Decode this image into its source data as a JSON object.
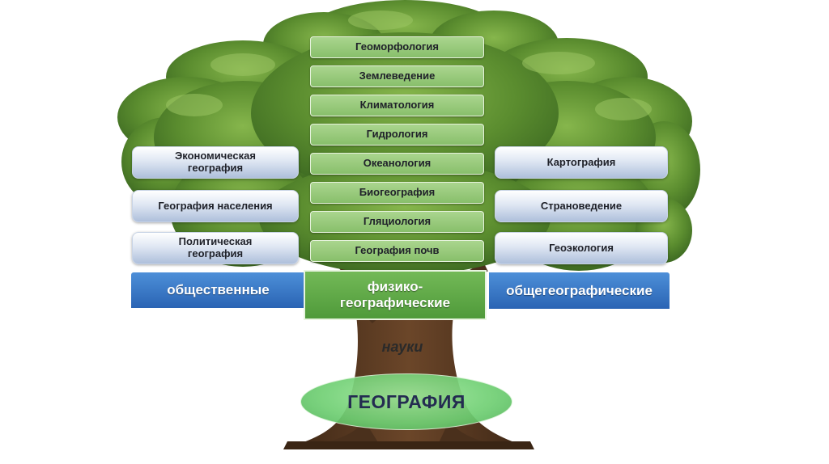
{
  "center_column": [
    "Геоморфология",
    "Землеведение",
    "Климатология",
    "Гидрология",
    "Океанология",
    "Биогеография",
    "Гляциология",
    "География почв"
  ],
  "left_items": [
    "Экономическая\nгеография",
    "География населения",
    "Политическая\nгеография"
  ],
  "right_items": [
    "Картография",
    "Страноведение",
    "Геоэкология"
  ],
  "left_banner": "общественные",
  "right_banner": "общегеографические",
  "center_banner": "физико-\nгеографические",
  "trunk_label": "науки",
  "root_label": "ГЕОГРАФИЯ",
  "colors": {
    "foliage_dark": "#3e6b22",
    "foliage_mid": "#5b8d2f",
    "foliage_light": "#7fae45",
    "trunk": "#5a3b22",
    "banner_blue": "#3a78c9",
    "block_green": "#5ea846"
  }
}
